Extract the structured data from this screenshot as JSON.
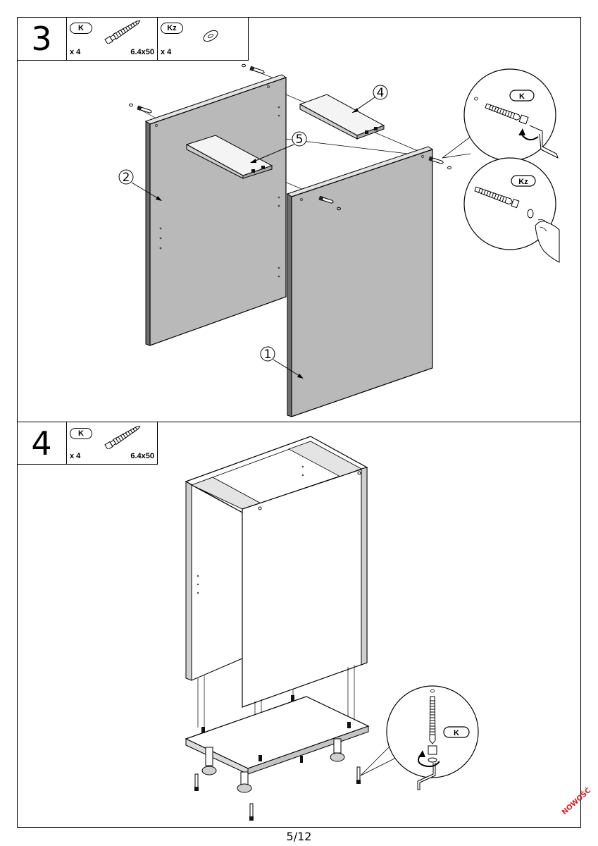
{
  "steps": [
    {
      "number": "3",
      "parts": [
        {
          "code": "K",
          "qty": "x 4",
          "size": "6.4x50",
          "icon": "confirmat-screw-icon"
        },
        {
          "code": "Kz",
          "qty": "x 4",
          "icon": "cover-cap-icon"
        }
      ],
      "callouts": [
        "1",
        "2",
        "4",
        "5"
      ],
      "detail_labels": [
        "K",
        "Kz"
      ]
    },
    {
      "number": "4",
      "parts": [
        {
          "code": "K",
          "qty": "x 4",
          "size": "6.4x50",
          "icon": "confirmat-screw-icon"
        }
      ],
      "detail_labels": [
        "K"
      ]
    }
  ],
  "footer": {
    "page": "5/12"
  },
  "stamp": "NOWOŚĆ",
  "colors": {
    "panel": "#b9b9b9",
    "line": "#000000",
    "stamp": "#d8232a"
  }
}
